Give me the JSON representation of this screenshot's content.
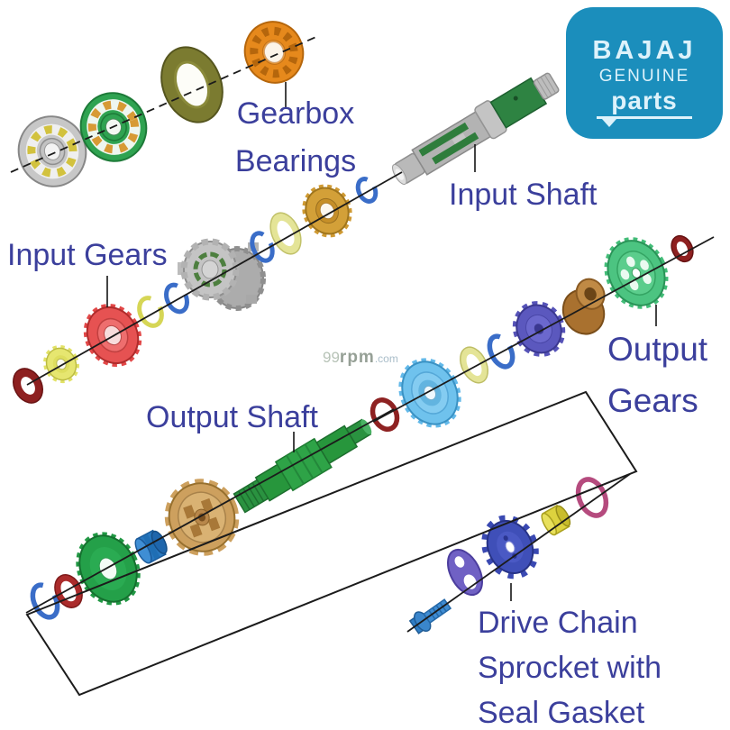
{
  "labels": {
    "gearbox_bearings": {
      "line1": "Gearbox",
      "line2": "Bearings"
    },
    "input_shaft": {
      "text": "Input Shaft"
    },
    "input_gears": {
      "text": "Input Gears"
    },
    "output_gears": {
      "line1": "Output",
      "line2": "Gears"
    },
    "output_shaft": {
      "text": "Output Shaft"
    },
    "drive_chain": {
      "line1": "Drive Chain",
      "line2": "Sprocket with",
      "line3": "Seal Gasket"
    }
  },
  "label_color": "#3b3f9c",
  "watermark": {
    "num": "99",
    "rpm": "rpm",
    "com": ".com"
  },
  "logo": {
    "brand": "BAJAJ",
    "tagline": "GENUINE",
    "product": "parts",
    "bg_color": "#1b8ebc",
    "fg_color": "#ddf2fb"
  },
  "line_color": "#1b1b1b",
  "parts": {
    "silver_ball_bearing": {
      "label": "silver ball bearing",
      "color": "#c7c7c7",
      "balls": "#d2c23e"
    },
    "green_ball_bearing": {
      "label": "green ball bearing",
      "color": "#2fa351",
      "balls": "#d79a35"
    },
    "olive_seal_ring": {
      "label": "olive seal ring",
      "color": "#7b7b30"
    },
    "orange_ball_bearing": {
      "label": "orange ball bearing",
      "color": "#e6891c"
    },
    "red_washer": {
      "label": "dark red washer",
      "color": "#8e2020"
    },
    "small_yellow_gear": {
      "label": "small yellow gear",
      "color": "#e2e266"
    },
    "red_gear": {
      "label": "red input gear",
      "color": "#e24848"
    },
    "yellow_circlip": {
      "label": "yellow circlip",
      "color": "#d6d656"
    },
    "blue_circlip": {
      "label": "blue circlip",
      "color": "#3a6dc8"
    },
    "gray_clutch_hub": {
      "label": "gray synchronizer hub",
      "color": "#c4c4c4"
    },
    "pale_yellow_ring": {
      "label": "pale yellow thrust ring",
      "color": "#e4e497"
    },
    "golden_gear": {
      "label": "golden gear",
      "color": "#cf9a33"
    },
    "input_shaft": {
      "label": "input shaft",
      "color": "#2e8342",
      "metal": "#b3b3b3"
    },
    "red_seal_ring": {
      "label": "red seal ring",
      "color": "#8e2222"
    },
    "cyan_gear": {
      "label": "cyan output gear",
      "color": "#63b9e9"
    },
    "purple_gear": {
      "label": "purple output gear",
      "color": "#5653b8"
    },
    "brown_hub": {
      "label": "brown bushing hub",
      "color": "#a9712f"
    },
    "green_output_gear": {
      "label": "green output gear",
      "color": "#43bd78"
    },
    "dark_red_ring": {
      "label": "dark red ring",
      "color": "#8e2020"
    },
    "red_ring": {
      "label": "red ring",
      "color": "#ab2b2b"
    },
    "big_green_gear": {
      "label": "big green gear",
      "color": "#219844"
    },
    "blue_bushing": {
      "label": "blue bushing",
      "color": "#2878c0"
    },
    "tan_clutch_hub": {
      "label": "tan clutch hub",
      "color": "#cda05e"
    },
    "output_shaft": {
      "label": "output shaft",
      "color": "#2ea347"
    },
    "blue_bolt": {
      "label": "blue bolt",
      "color": "#3f8cd2"
    },
    "purple_seal_gasket": {
      "label": "purple seal gasket",
      "color": "#7061c4"
    },
    "blue_sprocket": {
      "label": "blue drive chain sprocket",
      "color": "#3a49b2"
    },
    "yellow_spacer": {
      "label": "yellow spacer",
      "color": "#ddd23e"
    },
    "pink_oring": {
      "label": "pink O-ring seal",
      "color": "#b54b7e"
    }
  }
}
